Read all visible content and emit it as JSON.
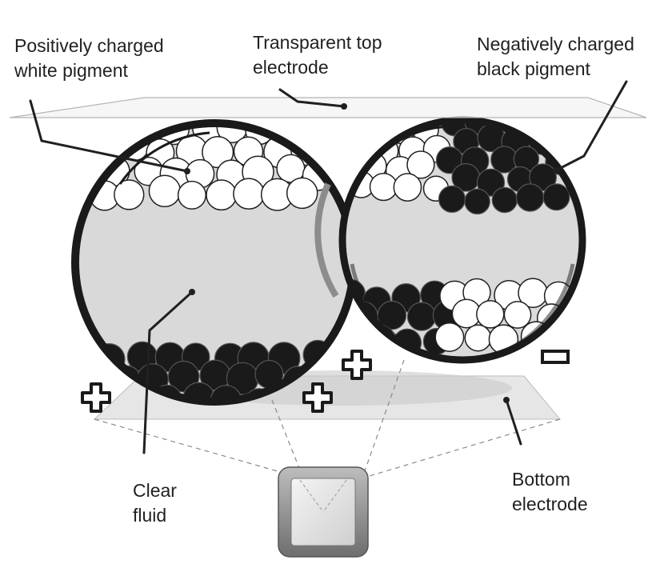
{
  "labels": {
    "white_pigment": [
      "Positively charged",
      "white pigment"
    ],
    "top_electrode": [
      "Transparent top",
      "electrode"
    ],
    "black_pigment": [
      "Negatively charged",
      "black pigment"
    ],
    "clear_fluid": [
      "Clear",
      "fluid"
    ],
    "bottom_electrode": [
      "Bottom",
      "electrode"
    ]
  },
  "capsules": [
    {
      "name": "left-capsule",
      "top_pigment": "white",
      "bottom_pigment": "black",
      "charges": [
        "+",
        "+"
      ]
    },
    {
      "name": "right-capsule",
      "top_pigment": "white and black",
      "bottom_pigment": "black and white",
      "charges": [
        "+",
        "-"
      ]
    }
  ],
  "colors": {
    "ink": "#231f20",
    "fluid": "#d9d9d9",
    "electrode": "#e4e4e4",
    "white_particle": "#ffffff",
    "black_particle": "#1a1a1a"
  },
  "icons": [
    "plus-sign-icon",
    "minus-sign-icon",
    "display-device-icon"
  ]
}
